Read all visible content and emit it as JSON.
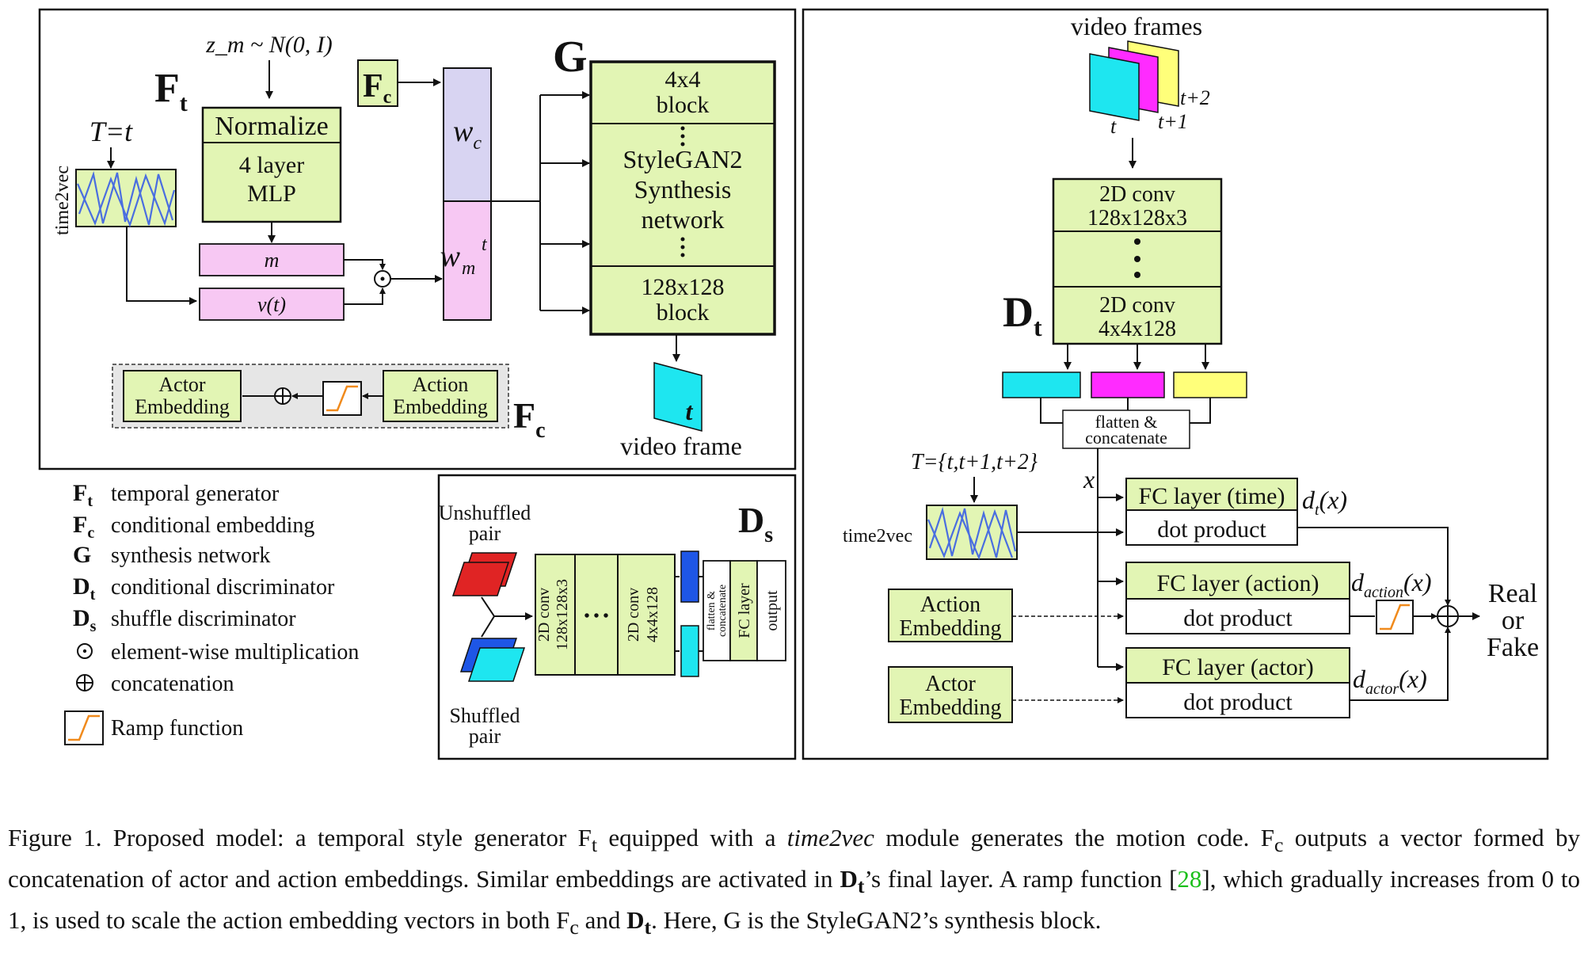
{
  "generator": {
    "noise": "z_m ~ N(0, I)",
    "Ft": "F",
    "Ft_sub": "t",
    "T_eq": "T=t",
    "time2vec": "time2vec",
    "normalize": "Normalize",
    "mlp_line1": "4 layer",
    "mlp_line2": "MLP",
    "m": "m",
    "vt": "v(t)",
    "Fc": "F",
    "Fc_sub": "c",
    "wc": "w",
    "wc_sub": "c",
    "wm": "w",
    "wm_sub": "m",
    "wm_sup": "t",
    "G": "G",
    "block4_line1": "4x4",
    "block4_line2": "block",
    "synth_line1": "StyleGAN2",
    "synth_line2": "Synthesis",
    "synth_line3": "network",
    "block128_line1": "128x128",
    "block128_line2": "block",
    "frame_t": "t",
    "video_frame": "video frame",
    "actor_emb_1": "Actor",
    "actor_emb_2": "Embedding",
    "action_emb_1": "Action",
    "action_emb_2": "Embedding"
  },
  "legend": [
    {
      "sym": "F",
      "sub": "t",
      "text": "temporal generator"
    },
    {
      "sym": "F",
      "sub": "c",
      "text": "conditional embedding"
    },
    {
      "sym": "G",
      "sub": "",
      "text": "synthesis network"
    },
    {
      "sym": "D",
      "sub": "t",
      "text": "conditional discriminator"
    },
    {
      "sym": "D",
      "sub": "s",
      "text": "shuffle discriminator"
    },
    {
      "sym": "⊙",
      "sub": "",
      "text": "element-wise multiplication"
    },
    {
      "sym": "⊕",
      "sub": "",
      "text": "concatenation"
    },
    {
      "sym": "ramp",
      "sub": "",
      "text": "Ramp function"
    }
  ],
  "shuffle": {
    "Ds": "D",
    "Ds_sub": "s",
    "unshuffled_1": "Unshuffled",
    "unshuffled_2": "pair",
    "shuffled_1": "Shuffled",
    "shuffled_2": "pair",
    "conv1_1": "2D conv",
    "conv1_2": "128x128x3",
    "dots": "• • •",
    "conv2_1": "2D conv",
    "conv2_2": "4x4x128",
    "flatten_1": "flatten &",
    "flatten_2": "concatenate",
    "fc": "FC layer",
    "output": "output"
  },
  "disc": {
    "video_frames": "video frames",
    "t": "t",
    "t1": "t+1",
    "t2": "t+2",
    "conv1_1": "2D conv",
    "conv1_2": "128x128x3",
    "conv2_1": "2D conv",
    "conv2_2": "4x4x128",
    "Dt": "D",
    "Dt_sub": "t",
    "flatten_1": "flatten &",
    "flatten_2": "concatenate",
    "T_set": "T={t,t+1,t+2}",
    "x": "x",
    "time2vec": "time2vec",
    "fc_time": "FC layer (time)",
    "fc_action": "FC layer (action)",
    "fc_actor": "FC layer (actor)",
    "dot": "dot product",
    "dt_label": "d",
    "dt_sub": "t",
    "daction_label": "d",
    "daction_sub": "action",
    "dactor_label": "d",
    "dactor_sub": "actor",
    "arg": "(x)",
    "action_emb_1": "Action",
    "action_emb_2": "Embedding",
    "actor_emb_1": "Actor",
    "actor_emb_2": "Embedding",
    "real": "Real",
    "or": "or",
    "fake": "Fake"
  },
  "caption": {
    "p1": "Figure 1. Proposed model: a temporal style generator F",
    "p1sub": "t",
    "p2": " equipped with a ",
    "p2i": "time2vec",
    "p3": " module generates the motion code. F",
    "p3sub": "c",
    "p4": " outputs a vector formed by concatenation of actor and action embeddings. Similar embeddings are activated in ",
    "p4b": "D",
    "p4bsub": "t",
    "p5": "’s final layer. A ramp function [",
    "cite": "28",
    "p6": "], which gradually increases from 0 to 1, is used to scale the action embedding vectors in both F",
    "p6sub": "c",
    "p7": " and ",
    "p7b": "D",
    "p7bsub": "t",
    "p8": ". Here, G is the StyleGAN2’s synthesis block."
  },
  "colors": {
    "green": "#e2f5b4",
    "pink": "#f7c8f3",
    "lavender": "#d8d4f2",
    "cyan": "#1ee6f0",
    "magenta": "#ff2bff",
    "yellow": "#ffff7a",
    "red": "#e02424",
    "blue": "#1e56e6",
    "wave": "#4a6ee0",
    "ramp": "#f08a1c"
  }
}
